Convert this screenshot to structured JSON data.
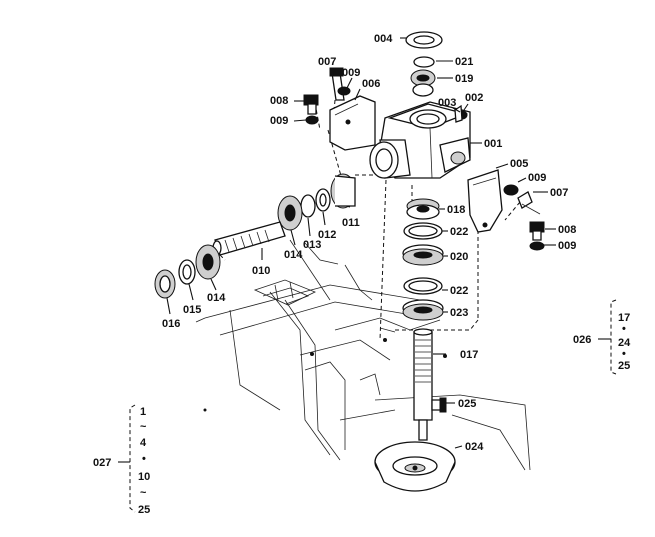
{
  "callouts": [
    {
      "id": "c004",
      "text": "004"
    },
    {
      "id": "c021",
      "text": "021"
    },
    {
      "id": "c019",
      "text": "019"
    },
    {
      "id": "c007a",
      "text": "007"
    },
    {
      "id": "c009a",
      "text": "009"
    },
    {
      "id": "c006",
      "text": "006"
    },
    {
      "id": "c008a",
      "text": "008"
    },
    {
      "id": "c003",
      "text": "003"
    },
    {
      "id": "c002",
      "text": "002"
    },
    {
      "id": "c009b",
      "text": "009"
    },
    {
      "id": "c001",
      "text": "001"
    },
    {
      "id": "c005",
      "text": "005"
    },
    {
      "id": "c009c",
      "text": "009"
    },
    {
      "id": "c007b",
      "text": "007"
    },
    {
      "id": "c011",
      "text": "011"
    },
    {
      "id": "c018",
      "text": "018"
    },
    {
      "id": "c012",
      "text": "012"
    },
    {
      "id": "c013",
      "text": "013"
    },
    {
      "id": "c022a",
      "text": "022"
    },
    {
      "id": "c008b",
      "text": "008"
    },
    {
      "id": "c009d",
      "text": "009"
    },
    {
      "id": "c014a",
      "text": "014"
    },
    {
      "id": "c010",
      "text": "010"
    },
    {
      "id": "c020",
      "text": "020"
    },
    {
      "id": "c014b",
      "text": "014"
    },
    {
      "id": "c022b",
      "text": "022"
    },
    {
      "id": "c015",
      "text": "015"
    },
    {
      "id": "c016",
      "text": "016"
    },
    {
      "id": "c023",
      "text": "023"
    },
    {
      "id": "c017",
      "text": "017"
    },
    {
      "id": "c025",
      "text": "025"
    },
    {
      "id": "c024",
      "text": "024"
    },
    {
      "id": "c026",
      "text": "026"
    },
    {
      "id": "c027",
      "text": "027"
    }
  ],
  "bracket_026": [
    "17",
    "•",
    "24",
    "•",
    "25"
  ],
  "bracket_027": [
    "1",
    "~",
    "4",
    "•",
    "10",
    "~",
    "25"
  ]
}
